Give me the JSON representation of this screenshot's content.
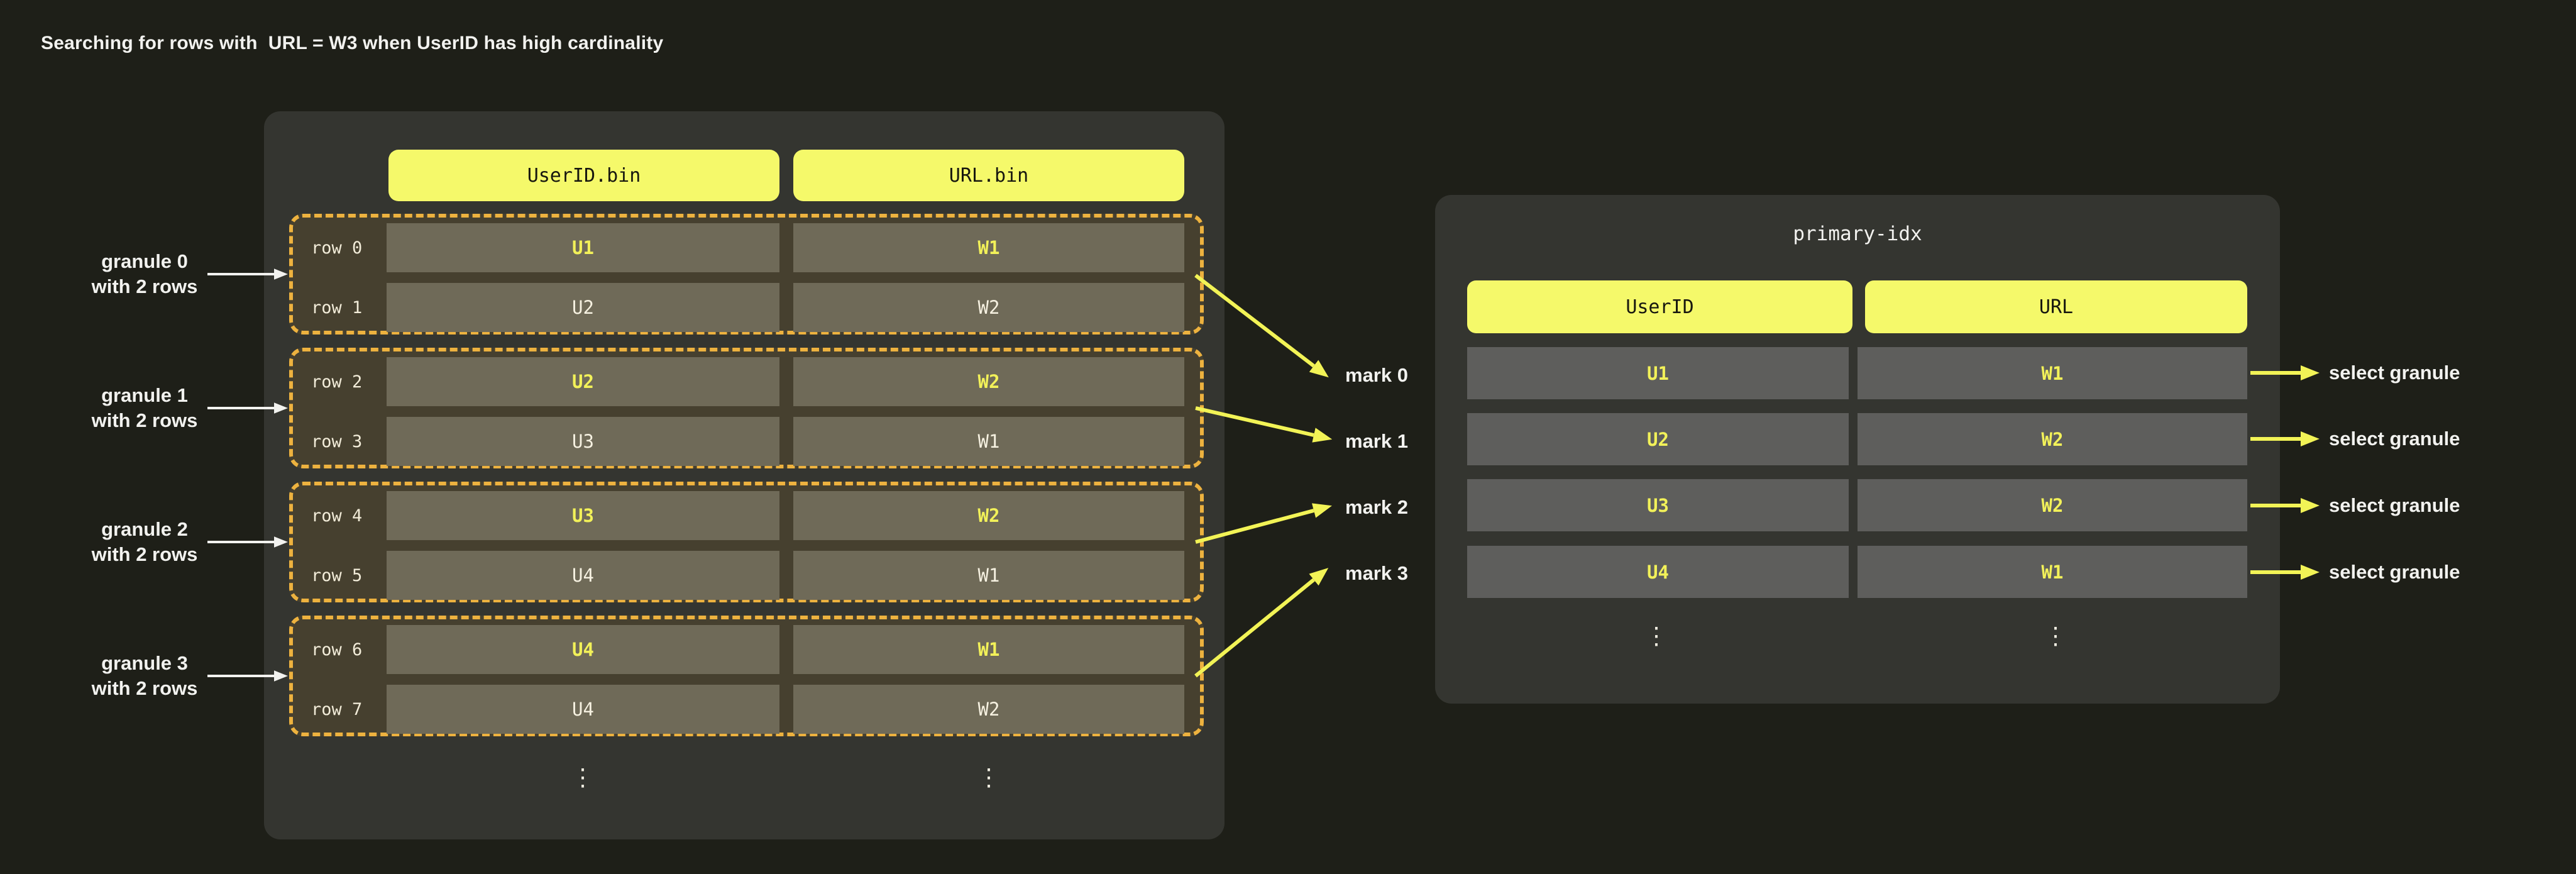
{
  "title": "Searching for rows with  URL = W3 when UserID has high cardinality",
  "colors": {
    "page_bg": "#1e1f18",
    "panel_bg": "#343530",
    "pill_yellow": "#f5f96a",
    "pill_text": "#17170f",
    "granule_bg": "#46402f",
    "granule_border": "#edb23f",
    "left_cell_bg": "#6f6a58",
    "cell_text": "#f6f1e1",
    "highlight_yellow": "#f2f159",
    "right_cell_bg": "#5e5e5c",
    "arrow_yellow": "#f2f356",
    "label_white": "#f2f2ef"
  },
  "left_panel": {
    "columns": [
      {
        "label": "UserID.bin"
      },
      {
        "label": "URL.bin"
      }
    ],
    "granules": [
      {
        "label_line1": "granule 0",
        "label_line2": "with 2 rows",
        "rows": [
          {
            "label": "row 0",
            "userid": "U1",
            "url": "W1",
            "highlight": true
          },
          {
            "label": "row 1",
            "userid": "U2",
            "url": "W2",
            "highlight": false
          }
        ]
      },
      {
        "label_line1": "granule 1",
        "label_line2": "with 2 rows",
        "rows": [
          {
            "label": "row 2",
            "userid": "U2",
            "url": "W2",
            "highlight": true
          },
          {
            "label": "row 3",
            "userid": "U3",
            "url": "W1",
            "highlight": false
          }
        ]
      },
      {
        "label_line1": "granule 2",
        "label_line2": "with 2 rows",
        "rows": [
          {
            "label": "row 4",
            "userid": "U3",
            "url": "W2",
            "highlight": true
          },
          {
            "label": "row 5",
            "userid": "U4",
            "url": "W1",
            "highlight": false
          }
        ]
      },
      {
        "label_line1": "granule 3",
        "label_line2": "with 2 rows",
        "rows": [
          {
            "label": "row 6",
            "userid": "U4",
            "url": "W1",
            "highlight": true
          },
          {
            "label": "row 7",
            "userid": "U4",
            "url": "W2",
            "highlight": false
          }
        ]
      }
    ],
    "ellipsis": "⋮"
  },
  "marks": [
    {
      "label": "mark 0"
    },
    {
      "label": "mark 1"
    },
    {
      "label": "mark 2"
    },
    {
      "label": "mark 3"
    }
  ],
  "right_panel": {
    "title": "primary-idx",
    "columns": [
      {
        "label": "UserID"
      },
      {
        "label": "URL"
      }
    ],
    "rows": [
      {
        "userid": "U1",
        "url": "W1"
      },
      {
        "userid": "U2",
        "url": "W2"
      },
      {
        "userid": "U3",
        "url": "W2"
      },
      {
        "userid": "U4",
        "url": "W1"
      }
    ],
    "ellipsis": "⋮"
  },
  "select_labels": [
    {
      "label": "select granule"
    },
    {
      "label": "select granule"
    },
    {
      "label": "select granule"
    },
    {
      "label": "select granule"
    }
  ]
}
